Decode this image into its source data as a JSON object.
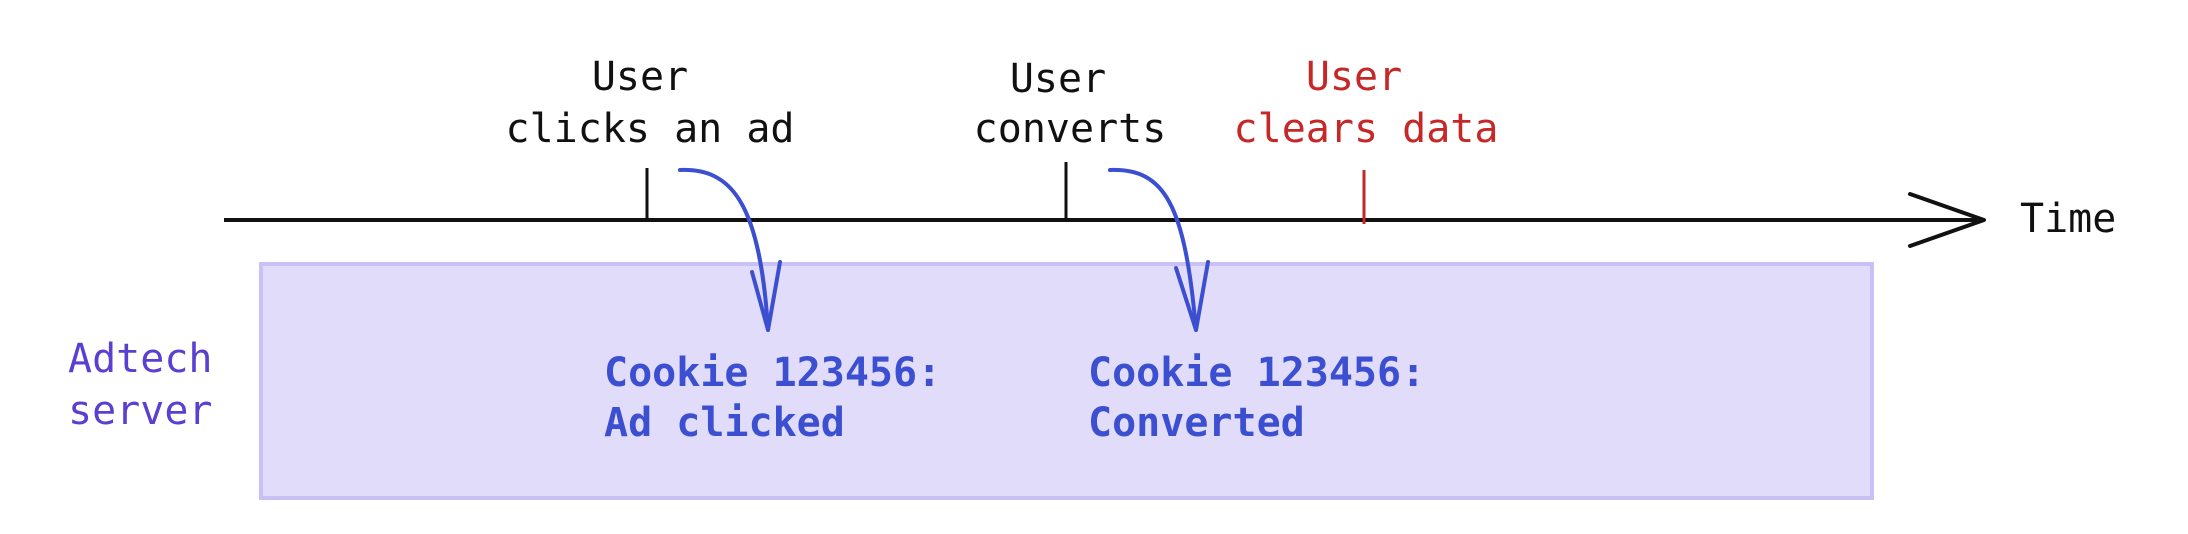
{
  "timeline": {
    "axis_label": "Time",
    "events": [
      {
        "id": "click",
        "line1": "User",
        "line2": "clicks an ad",
        "color": "#111111"
      },
      {
        "id": "convert",
        "line1": "User",
        "line2": "converts",
        "color": "#111111"
      },
      {
        "id": "clear",
        "line1": "User",
        "line2": "clears data",
        "color": "#c62828"
      }
    ]
  },
  "server": {
    "label_line1": "Adtech",
    "label_line2": "server",
    "fill_color": "#e1dcfa",
    "border_color": "#c9c0f5",
    "records": [
      {
        "line1": "Cookie 123456:",
        "line2": "Ad clicked"
      },
      {
        "line1": "Cookie 123456:",
        "line2": "Converted"
      }
    ]
  },
  "colors": {
    "axis": "#111111",
    "arrow": "#3b4fd0",
    "record_text": "#3b4fd0",
    "server_label": "#5b3fd0"
  }
}
